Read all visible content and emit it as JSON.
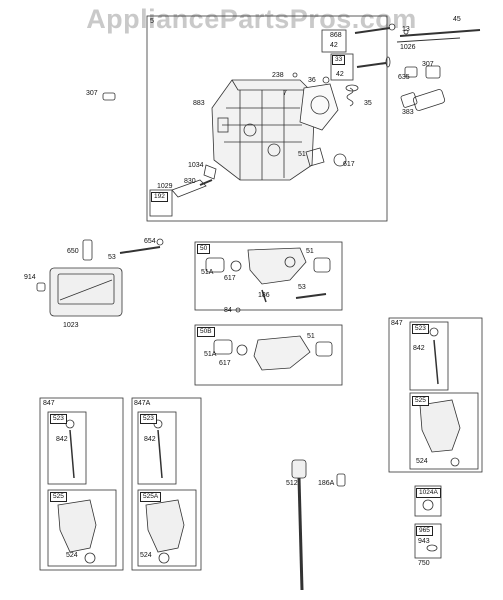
{
  "watermark": "AppliancePartsPros.com",
  "part_labels": {
    "p5": "5",
    "p868": "868",
    "p42a": "42",
    "p33": "33",
    "p42b": "42",
    "p13": "13",
    "p45": "45",
    "p1026": "1026",
    "p635": "635",
    "p307top": "307",
    "p383": "383",
    "p238": "238",
    "p36": "36",
    "p7": "7",
    "p35": "35",
    "p883": "883",
    "p51head": "51",
    "p617head": "617",
    "p1034": "1034",
    "p830": "830",
    "p1029": "1029",
    "p192": "192",
    "p307left": "307",
    "p650": "650",
    "p654": "654",
    "p53left": "53",
    "p914": "914",
    "p1023": "1023",
    "p50": "50",
    "p51a": "51",
    "p51A_a": "51A",
    "p617a": "617",
    "p53b": "53",
    "p186": "186",
    "p84": "84",
    "p50B": "50B",
    "p51b": "51",
    "p51A_b": "51A",
    "p617b": "617",
    "p847a": "847",
    "p523a": "523",
    "p842a": "842",
    "p525a": "525",
    "p524a": "524",
    "p847A": "847A",
    "p523b": "523",
    "p842b": "842",
    "p525A": "525A",
    "p524b": "524",
    "p512": "512",
    "p186A": "186A",
    "p847r": "847",
    "p523r": "523",
    "p842r": "842",
    "p525r": "525",
    "p524r": "524",
    "p1024A": "1024A",
    "p965": "965",
    "p943": "943",
    "p750": "750"
  }
}
